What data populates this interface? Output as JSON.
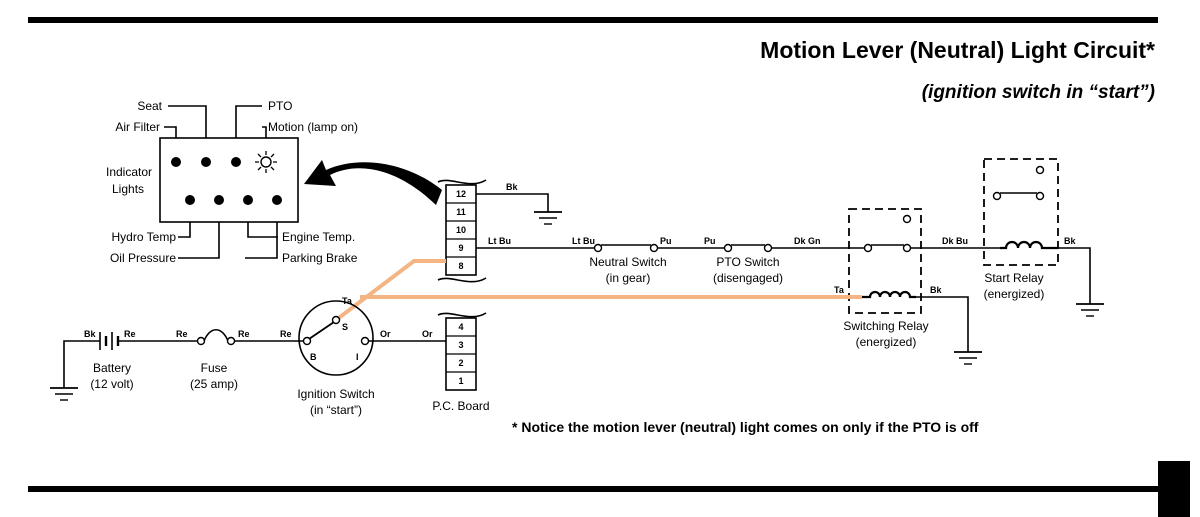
{
  "title": "Motion Lever (Neutral) Light Circuit*",
  "subtitle": "(ignition switch in “start”)",
  "note": "* Notice the motion lever (neutral) light comes on only if the PTO is off",
  "indicator": {
    "label_line1": "Indicator",
    "label_line2": "Lights",
    "top_labels": [
      "Seat",
      "Air Filter",
      "PTO",
      "Motion (lamp on)"
    ],
    "bottom_labels": [
      "Hydro Temp",
      "Oil Pressure",
      "Engine Temp.",
      "Parking Brake"
    ]
  },
  "connector_upper": {
    "pins": [
      "12",
      "11",
      "10",
      "9",
      "8"
    ]
  },
  "connector_lower": {
    "pins": [
      "4",
      "3",
      "2",
      "1"
    ]
  },
  "pc_board_label": "P.C. Board",
  "battery": {
    "line1": "Battery",
    "line2": "(12 volt)"
  },
  "fuse": {
    "line1": "Fuse",
    "line2": "(25 amp)"
  },
  "ignition": {
    "line1": "Ignition Switch",
    "line2": "(in “start”)",
    "terminal_s": "S",
    "terminal_b": "B",
    "terminal_i": "I"
  },
  "neutral_switch": {
    "line1": "Neutral Switch",
    "line2": "(in gear)"
  },
  "pto_switch": {
    "line1": "PTO Switch",
    "line2": "(disengaged)"
  },
  "switching_relay": {
    "line1": "Switching Relay",
    "line2": "(energized)"
  },
  "start_relay": {
    "line1": "Start Relay",
    "line2": "(energized)"
  },
  "wire_codes": {
    "bk": "Bk",
    "lt_bu": "Lt Bu",
    "pu": "Pu",
    "dk_gn": "Dk Gn",
    "dk_bu": "Dk Bu",
    "re": "Re",
    "or": "Or",
    "ta": "Ta"
  }
}
